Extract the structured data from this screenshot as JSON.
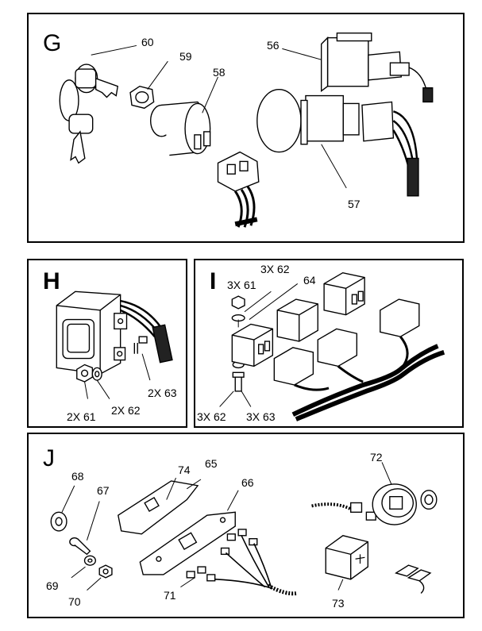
{
  "panels": {
    "g": {
      "letter": "G",
      "callouts": {
        "c60": "60",
        "c59": "59",
        "c58": "58",
        "c56": "56",
        "c57": "57"
      }
    },
    "h": {
      "letter": "H",
      "callouts": {
        "c2x63": "2X 63",
        "c2x61": "2X 61",
        "c2x62": "2X 62"
      }
    },
    "i": {
      "letter": "I",
      "callouts": {
        "c3x62_top": "3X 62",
        "c64": "64",
        "c3x61": "3X 61",
        "c3x62_bottom": "3X 62",
        "c3x63": "3X 63"
      }
    },
    "j": {
      "letter": "J",
      "callouts": {
        "c68": "68",
        "c67": "67",
        "c74": "74",
        "c65": "65",
        "c66": "66",
        "c72": "72",
        "c69": "69",
        "c70": "70",
        "c71": "71",
        "c73": "73"
      }
    }
  },
  "colors": {
    "line": "#000000",
    "background": "#ffffff",
    "fill_dark": "#222222"
  }
}
